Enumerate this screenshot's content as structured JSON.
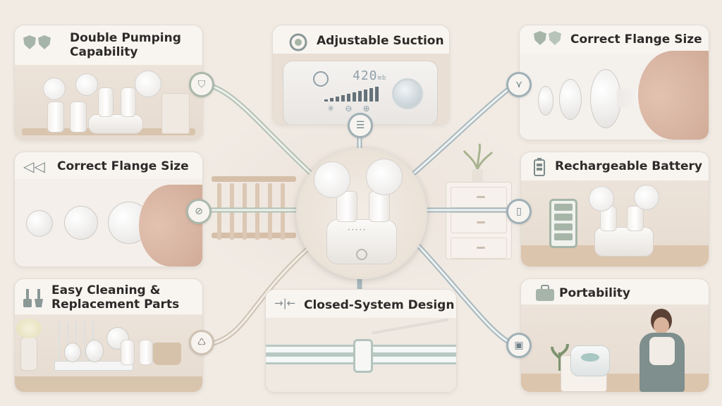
{
  "features": {
    "double_pumping": {
      "title_line1": "Double Pumping",
      "title_line2": "Capability",
      "icon": "double-shield-icon"
    },
    "adjustable_suction": {
      "title": "Adjustable Suction",
      "display_value": "420",
      "display_unit": "mb",
      "icon": "suction-dial-icon"
    },
    "flange_size_top": {
      "title": "Correct Flange Size",
      "icon": "double-shield-icon"
    },
    "flange_size_left": {
      "title": "Correct Flange Size",
      "icon": "sound-wave-icon"
    },
    "rechargeable_battery": {
      "title": "Rechargeable Battery",
      "icon": "battery-icon"
    },
    "easy_cleaning": {
      "title_line1": "Easy Cleaning &",
      "title_line2": "Replacement Parts",
      "icon": "brush-icon"
    },
    "closed_system": {
      "title": "Closed-System Design",
      "icon": "arrows-inward-icon"
    },
    "portability": {
      "title": "Portability",
      "icon": "bag-icon"
    }
  },
  "colors": {
    "sage": "#a6b5a8",
    "blue_gray": "#9fb0b6",
    "background": "#f1ebe4",
    "card": "#f8f5f1"
  }
}
